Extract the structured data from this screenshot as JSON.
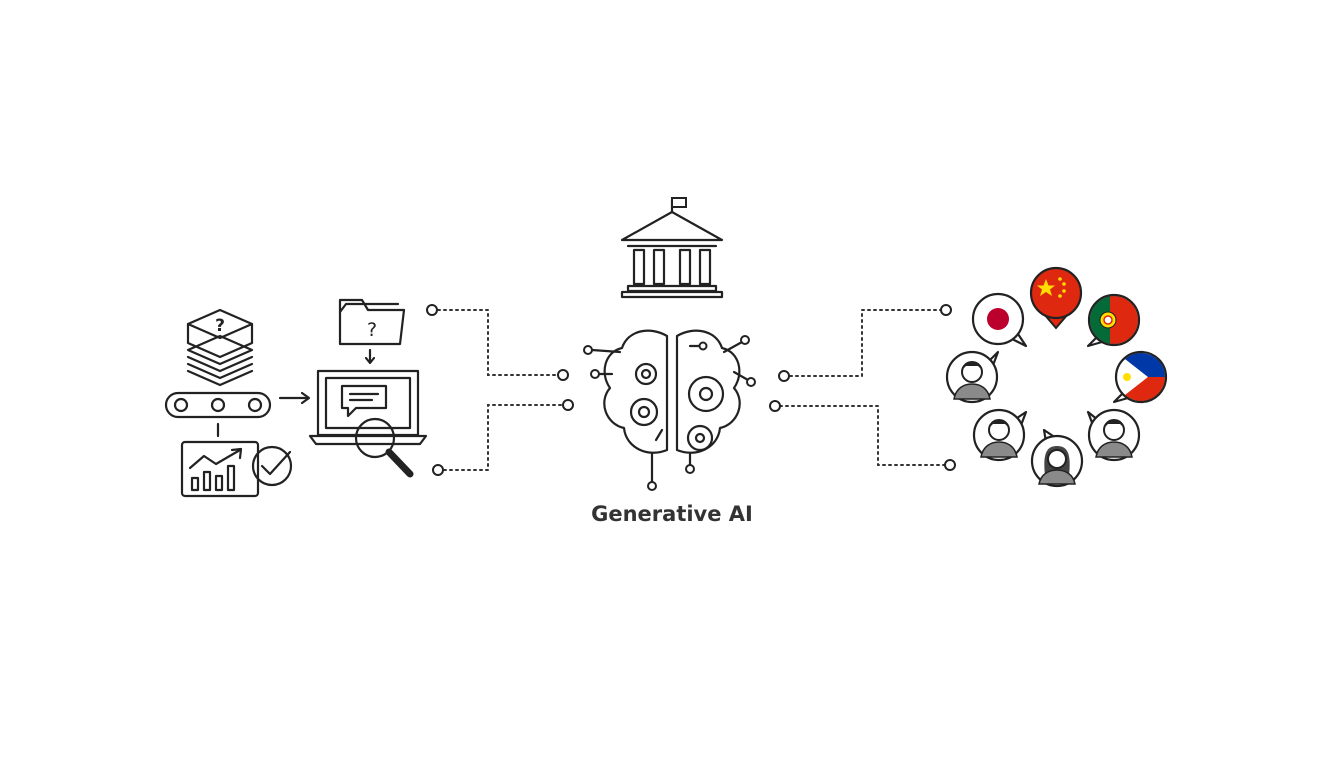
{
  "center": {
    "label": "Generative AI"
  },
  "icons": {
    "stack_mark": "?",
    "folder_mark": "?"
  },
  "colors": {
    "ink": "#222222",
    "flag_red": "#de2910",
    "flag_gold": "#ffde00",
    "flag_blue": "#0038a8",
    "flag_green": "#046a38",
    "jp_red": "#bc002d",
    "avatar_gray": "#8a8a8a"
  },
  "people_icons": [
    "japan-flag-bubble",
    "china-flag-bubble",
    "portugal-flag-bubble",
    "philippines-flag-bubble",
    "person-bubble-man-1",
    "person-bubble-man-2",
    "person-bubble-man-3",
    "person-bubble-woman"
  ]
}
